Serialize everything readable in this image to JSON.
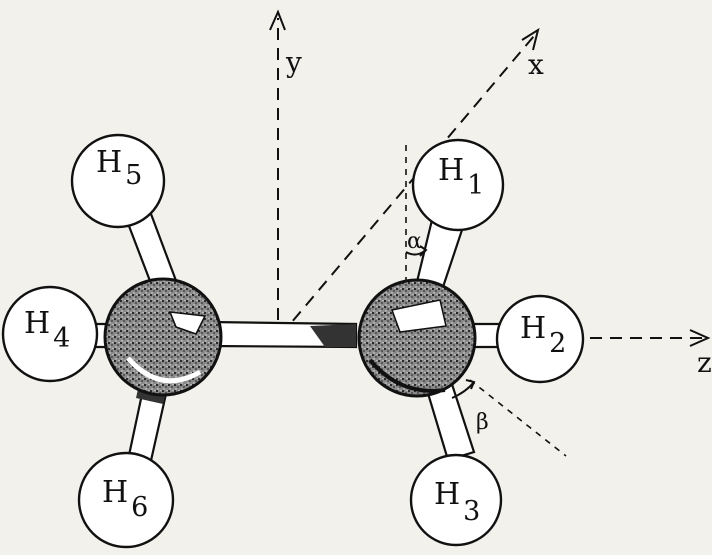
{
  "colors": {
    "paper": "#f2f1ec",
    "ink": "#111111",
    "atom_fill": "#ffffff",
    "carbon_shade": "#555555"
  },
  "axes": {
    "x_label": "x",
    "y_label": "y",
    "z_label": "z"
  },
  "angles": {
    "alpha": "α",
    "beta": "β"
  },
  "atoms": [
    {
      "key": "h1",
      "symbol": "H",
      "index": "1"
    },
    {
      "key": "h2",
      "symbol": "H",
      "index": "2"
    },
    {
      "key": "h3",
      "symbol": "H",
      "index": "3"
    },
    {
      "key": "h4",
      "symbol": "H",
      "index": "4"
    },
    {
      "key": "h5",
      "symbol": "H",
      "index": "5"
    },
    {
      "key": "h6",
      "symbol": "H",
      "index": "6"
    }
  ],
  "carbons": [
    "carbon-left",
    "carbon-right"
  ]
}
